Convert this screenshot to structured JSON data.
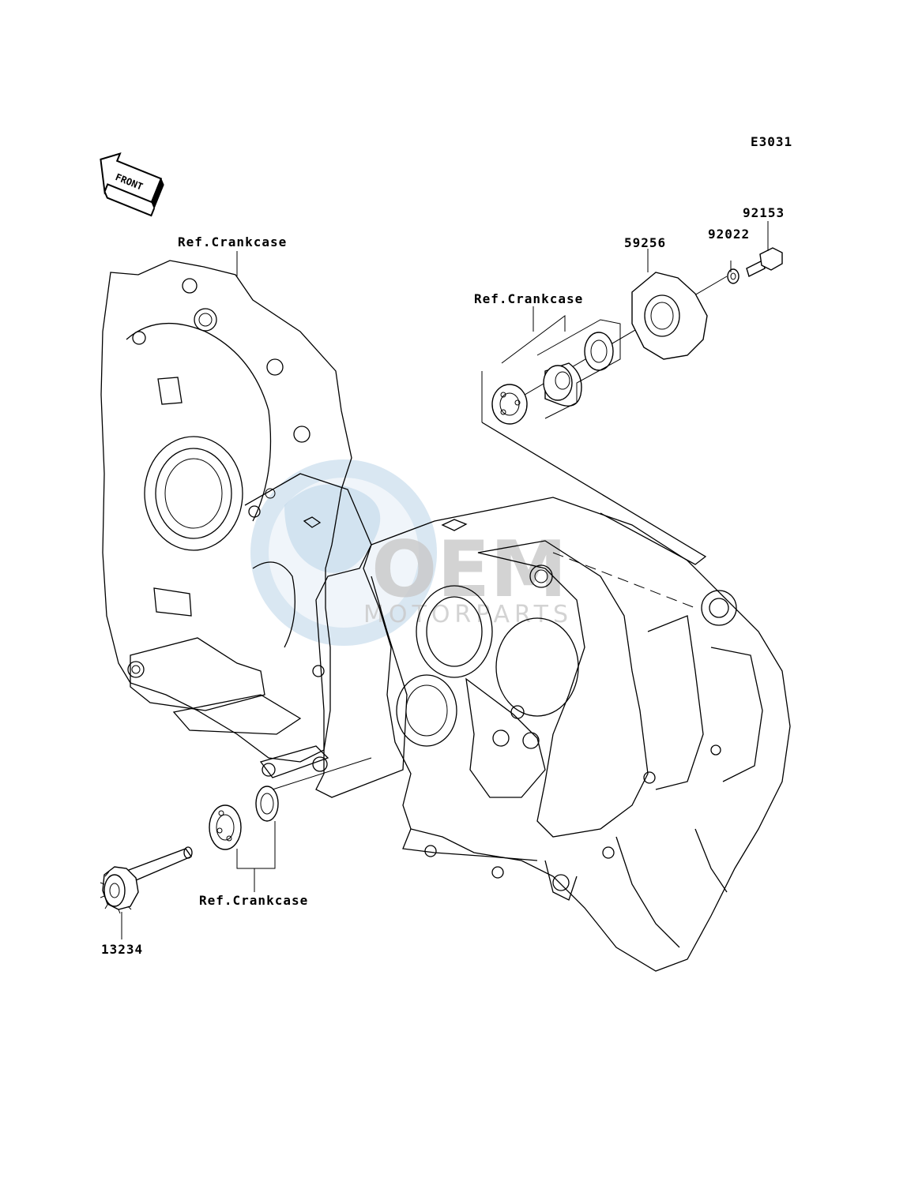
{
  "diagram_code": "E3031",
  "front_label": "FRONT",
  "labels": {
    "ref_crankcase_top": "Ref.Crankcase",
    "ref_crankcase_right": "Ref.Crankcase",
    "ref_crankcase_bottom": "Ref.Crankcase",
    "part_92153": "92153",
    "part_92022": "92022",
    "part_59256": "59256",
    "part_13234": "13234"
  },
  "watermark": {
    "brand": "OEM",
    "subtitle": "MOTORPARTS"
  }
}
